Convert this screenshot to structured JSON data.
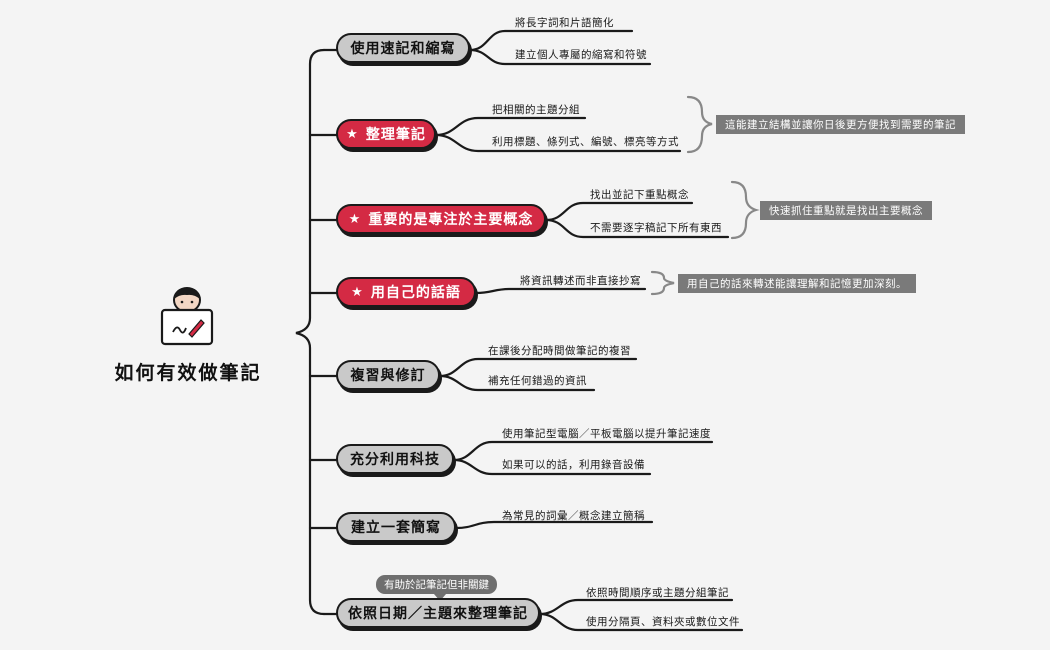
{
  "root": {
    "title": "如何有效做筆記",
    "icon": "person-laptop-icon"
  },
  "colors": {
    "important": "#d42a44",
    "normal": "#c9c9c9",
    "note": "#7a7a7a"
  },
  "branches": [
    {
      "label": "使用速記和縮寫",
      "important": false,
      "items": [
        "將長字詞和片語簡化",
        "建立個人專屬的縮寫和符號"
      ]
    },
    {
      "label": "整理筆記",
      "important": true,
      "items": [
        "把相關的主題分組",
        "利用標題、條列式、編號、標亮等方式"
      ],
      "note": "這能建立結構並讓你日後更方便找到需要的筆記"
    },
    {
      "label": "重要的是專注於主要概念",
      "important": true,
      "items": [
        "找出並記下重點概念",
        "不需要逐字稿記下所有東西"
      ],
      "note": "快速抓住重點就是找出主要概念"
    },
    {
      "label": "用自己的話語",
      "important": true,
      "items": [
        "將資訊轉述而非直接抄寫"
      ],
      "note": "用自己的話來轉述能讓理解和記憶更加深刻。"
    },
    {
      "label": "複習與修訂",
      "important": false,
      "items": [
        "在課後分配時間做筆記的複習",
        "補充任何錯過的資訊"
      ]
    },
    {
      "label": "充分利用科技",
      "important": false,
      "items": [
        "使用筆記型電腦／平板電腦以提升筆記速度",
        "如果可以的話，利用錄音設備"
      ]
    },
    {
      "label": "建立一套簡寫",
      "important": false,
      "items": [
        "為常見的詞彙／概念建立簡稱"
      ]
    },
    {
      "label": "依照日期／主題來整理筆記",
      "important": false,
      "items": [
        "依照時間順序或主題分組筆記",
        "使用分隔頁、資料夾或數位文件"
      ],
      "tag": "有助於記筆記但非關鍵"
    }
  ]
}
